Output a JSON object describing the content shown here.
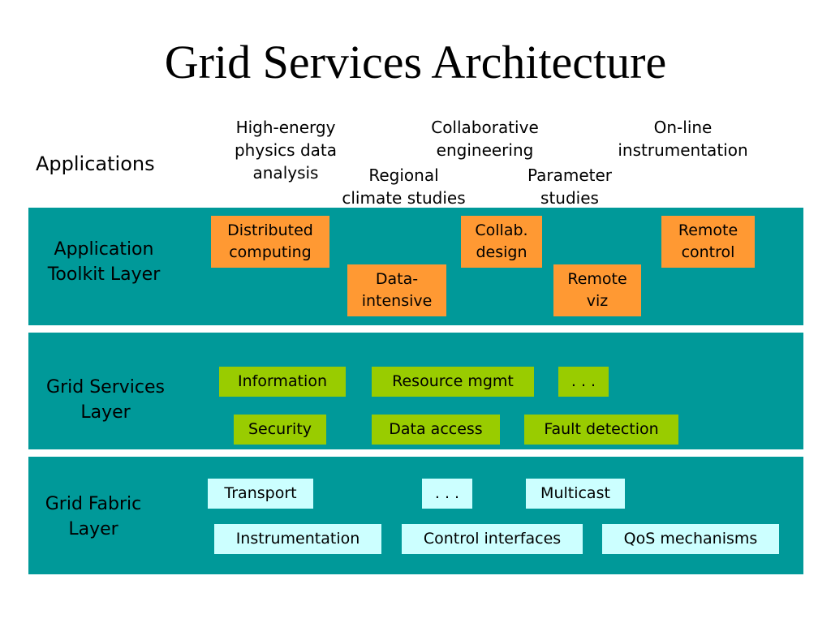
{
  "title": "Grid Services Architecture",
  "applications": {
    "label": "Applications",
    "items": [
      "High-energy\nphysics data\nanalysis",
      "Collaborative\nengineering",
      "On-line\ninstrumentation",
      "Regional\nclimate studies",
      "Parameter\nstudies"
    ]
  },
  "layers": {
    "toolkit": {
      "label": "Application\nToolkit Layer",
      "boxes": [
        "Distributed\ncomputing",
        "Data-\nintensive",
        "Collab.\ndesign",
        "Remote\nviz",
        "Remote\ncontrol"
      ]
    },
    "services": {
      "label": "Grid Services\nLayer",
      "boxes": [
        "Information",
        "Resource mgmt",
        ". . .",
        "Security",
        "Data access",
        "Fault detection"
      ]
    },
    "fabric": {
      "label": "Grid Fabric\nLayer",
      "boxes": [
        "Transport",
        ". . .",
        "Multicast",
        "Instrumentation",
        "Control interfaces",
        "QoS mechanisms"
      ]
    }
  },
  "colors": {
    "band": "#009999",
    "toolkit_box": "#ff9933",
    "services_box": "#99cc00",
    "fabric_box": "#ccffff"
  }
}
